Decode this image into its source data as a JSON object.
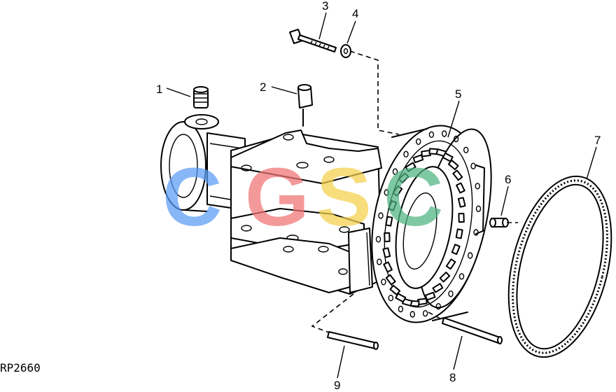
{
  "diagram": {
    "callouts": [
      "1",
      "2",
      "3",
      "4",
      "5",
      "6",
      "7",
      "8",
      "9"
    ],
    "reference_code": "RP2660"
  },
  "watermark": {
    "letters": [
      "C",
      "G",
      "S",
      "C"
    ],
    "colors": [
      "#5b9cf6",
      "#f07373",
      "#f5d14b",
      "#4fb382"
    ]
  }
}
